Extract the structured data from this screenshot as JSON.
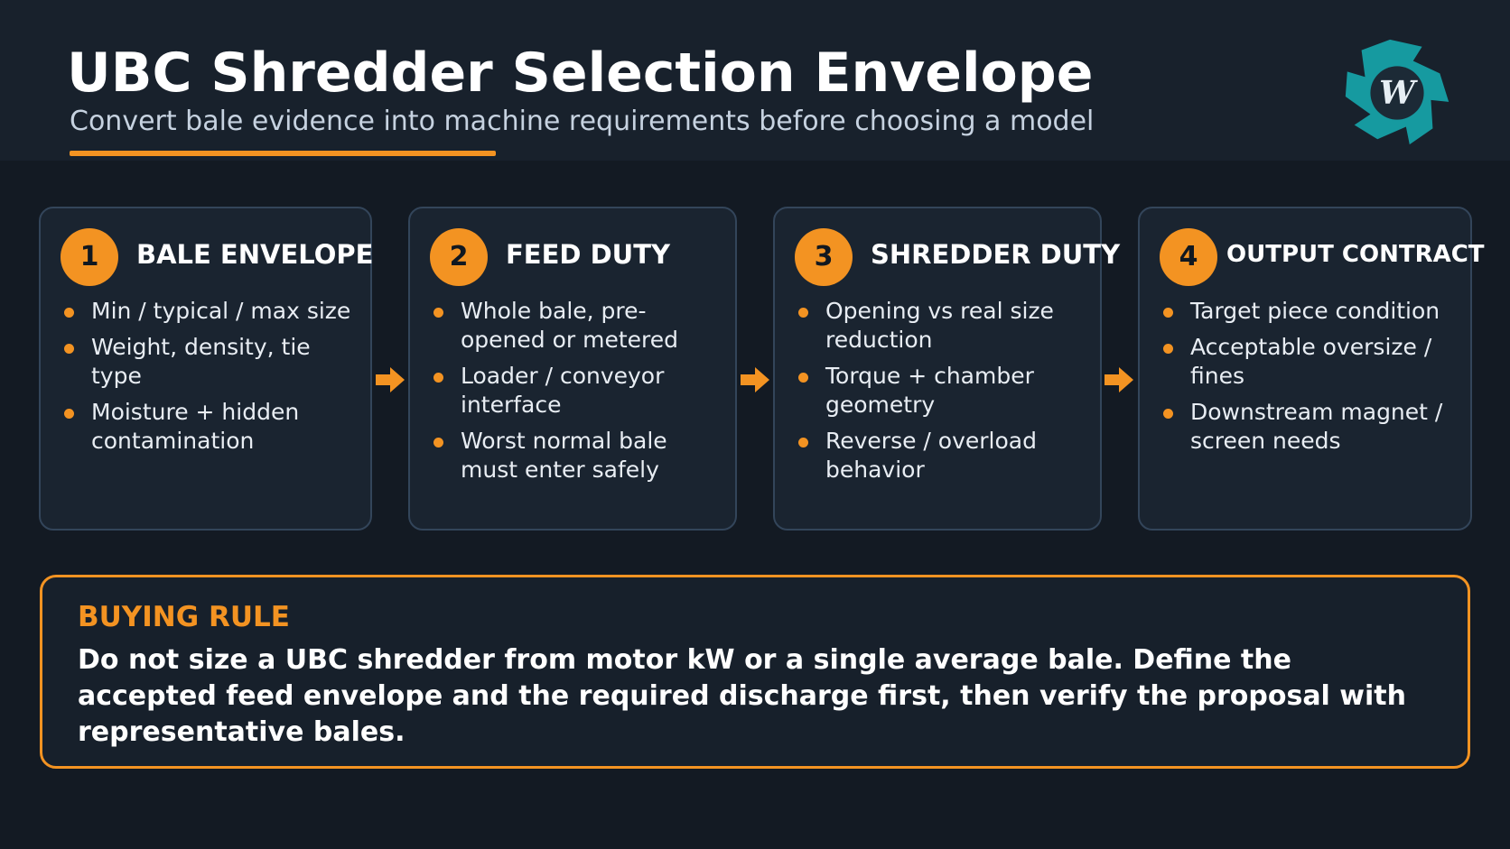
{
  "header": {
    "title": "UBC Shredder Selection Envelope",
    "subtitle": "Convert bale evidence into machine requirements before choosing a model",
    "accent_color": "#f39322",
    "logo_icon": "shredder-cutter-logo-icon"
  },
  "cards": [
    {
      "number": "1",
      "title": "BALE ENVELOPE",
      "bullets": [
        "Min / typical / max size",
        "Weight, density, tie type",
        "Moisture + hidden contamination"
      ]
    },
    {
      "number": "2",
      "title": "FEED DUTY",
      "bullets": [
        "Whole bale, pre-opened or metered",
        "Loader / conveyor interface",
        "Worst normal bale must enter safely"
      ]
    },
    {
      "number": "3",
      "title": "SHREDDER DUTY",
      "bullets": [
        "Opening vs real size reduction",
        "Torque + chamber geometry",
        "Reverse / overload behavior"
      ]
    },
    {
      "number": "4",
      "title": "OUTPUT CONTRACT",
      "bullets": [
        "Target piece condition",
        "Acceptable oversize / fines",
        "Downstream magnet / screen needs"
      ]
    }
  ],
  "buying_rule": {
    "label": "BUYING RULE",
    "text": "Do not size a UBC shredder from motor kW or a single average bale. Define the accepted feed envelope and the required discharge first, then verify the proposal with representative bales."
  },
  "colors": {
    "background": "#131a23",
    "card_border": "#33455a",
    "logo_teal": "#169aa0"
  }
}
